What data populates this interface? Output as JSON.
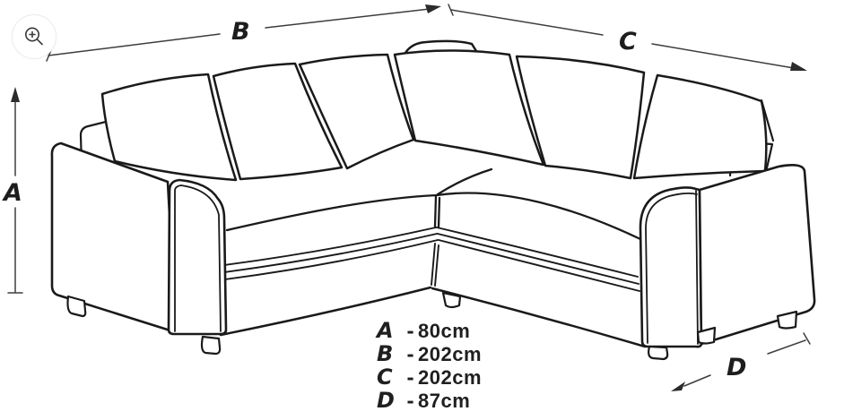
{
  "controls": {
    "zoom_button": {
      "icon": "magnifier-plus-icon"
    }
  },
  "diagram": {
    "kind": "corner-sofa-dimension-line-drawing",
    "dimension_labels": {
      "A": "A",
      "B": "B",
      "C": "C",
      "D": "D"
    },
    "separator": "-",
    "legend": [
      {
        "label": "A",
        "value": "80cm"
      },
      {
        "label": "B",
        "value": "202cm"
      },
      {
        "label": "C",
        "value": "202cm"
      },
      {
        "label": "D",
        "value": "87cm"
      }
    ]
  },
  "colors": {
    "background": "#ffffff",
    "sofa_line": "#1a1a1a",
    "dimension_line": "#3d3d3d",
    "text": "#1f1f1f"
  }
}
